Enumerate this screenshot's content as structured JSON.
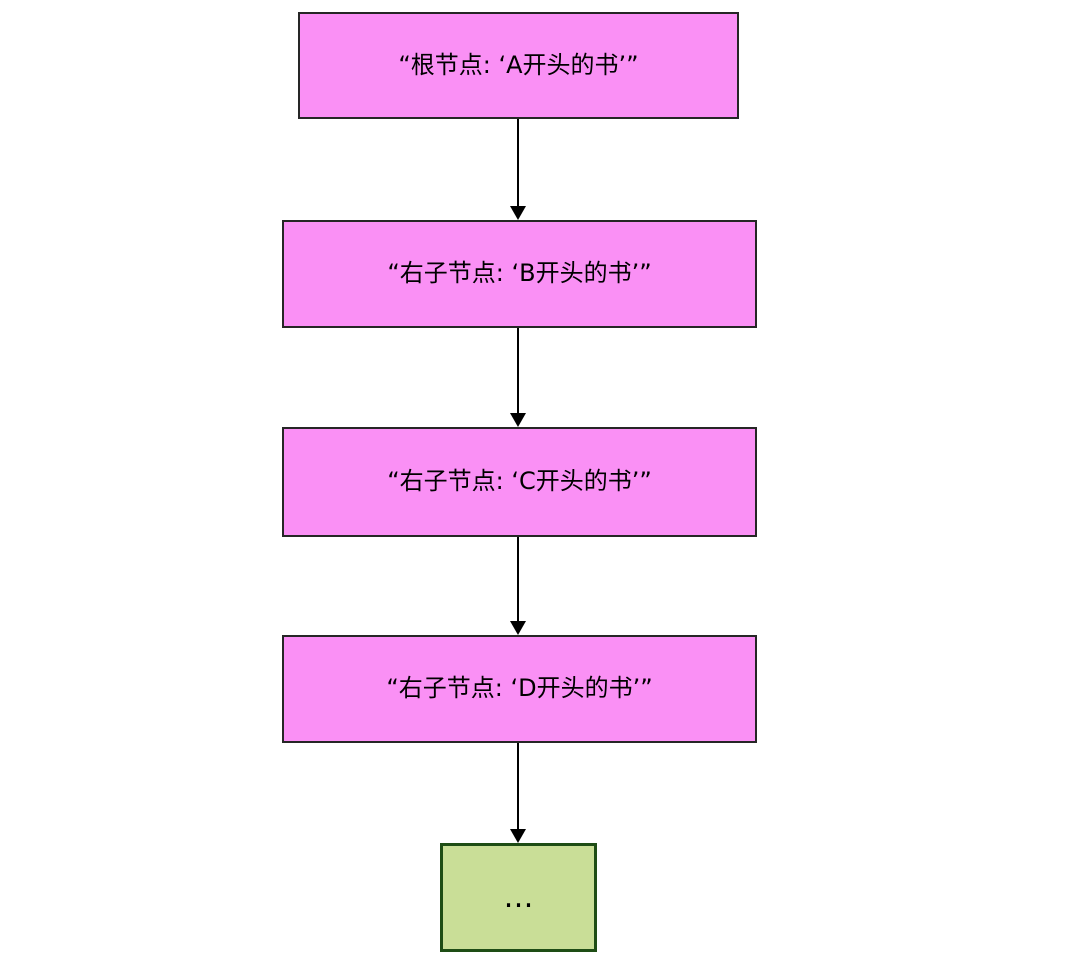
{
  "colors": {
    "node_fill_pink": "#FA90F5",
    "node_border_dark": "#262626",
    "ellipsis_fill_green": "#C9DE97",
    "ellipsis_border_green": "#1E4D15",
    "arrow": "#000000",
    "background": "#FFFFFF",
    "text": "#000000"
  },
  "diagram": {
    "type": "flowchart",
    "direction": "top-down",
    "nodes": [
      {
        "id": "root",
        "label": "“根节点: ‘A开头的书’”",
        "shape": "rectangle",
        "fill": "#FA90F5"
      },
      {
        "id": "right-child-b",
        "label": "“右子节点: ‘B开头的书’”",
        "shape": "rectangle",
        "fill": "#FA90F5"
      },
      {
        "id": "right-child-c",
        "label": "“右子节点: ‘C开头的书’”",
        "shape": "rectangle",
        "fill": "#FA90F5"
      },
      {
        "id": "right-child-d",
        "label": "“右子节点: ‘D开头的书’”",
        "shape": "rectangle",
        "fill": "#FA90F5"
      },
      {
        "id": "ellipsis",
        "label": "…",
        "shape": "rectangle",
        "fill": "#C9DE97"
      }
    ],
    "edges": [
      {
        "from": "root",
        "to": "right-child-b"
      },
      {
        "from": "right-child-b",
        "to": "right-child-c"
      },
      {
        "from": "right-child-c",
        "to": "right-child-d"
      },
      {
        "from": "right-child-d",
        "to": "ellipsis"
      }
    ]
  }
}
